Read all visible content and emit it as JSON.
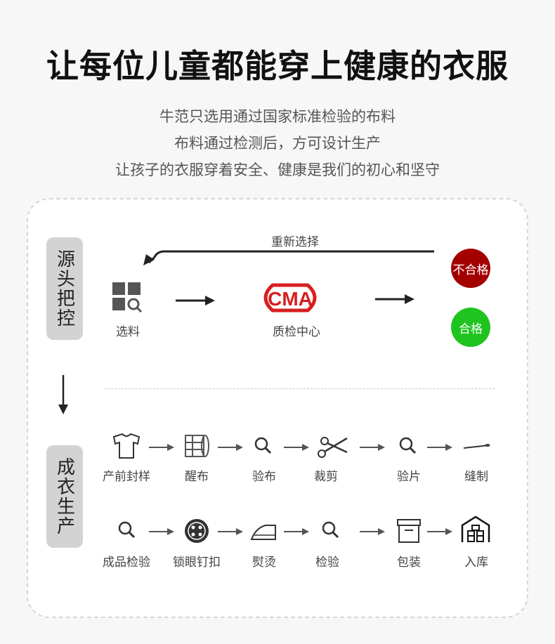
{
  "headline": "让每位儿童都能穿上健康的衣服",
  "subtext": {
    "line1": "牛范只选用通过国家标准检验的布料",
    "line2": "布料通过检测后，方可设计生产",
    "line3": "让孩子的衣服穿着安全、健康是我们的初心和坚守"
  },
  "source_control": {
    "label": "源头把控",
    "reselect_label": "重新选择",
    "material_label": "选料",
    "qc_center_label": "质检中心",
    "cma_logo_text": "CMA",
    "fail_badge": "不合格",
    "pass_badge": "合格"
  },
  "production": {
    "label": "成衣生产",
    "row1": [
      "产前封样",
      "醒布",
      "验布",
      "裁剪",
      "验片",
      "缝制"
    ],
    "row2": [
      "成品检验",
      "锁眼钉扣",
      "熨烫",
      "检验",
      "包装",
      "入库"
    ]
  },
  "colors": {
    "fail": "#a30000",
    "pass": "#1fc41f",
    "cma_red": "#d71f1f"
  }
}
